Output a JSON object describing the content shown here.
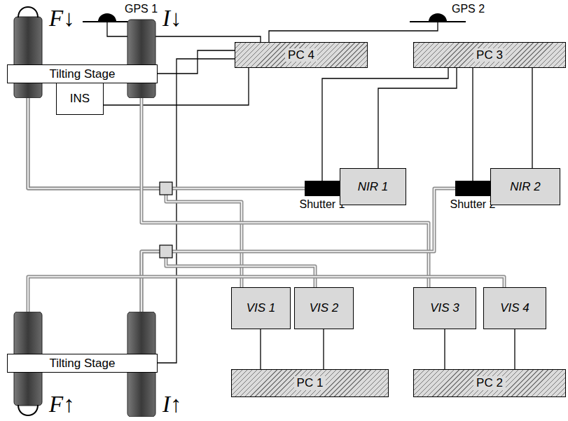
{
  "diagram": {
    "nodes": [
      {
        "text": [
          "GPS 1"
        ]
      },
      {
        "text": [
          "GPS 2"
        ]
      },
      {
        "text": [
          "F↓"
        ]
      },
      {
        "text": [
          "I↓"
        ]
      },
      {
        "text": [
          "Tilting Stage"
        ]
      },
      {
        "text": [
          "PC 4"
        ]
      },
      {
        "text": [
          "PC 3"
        ]
      },
      {
        "text": [
          "INS"
        ]
      },
      {
        "text": [
          "Shutter 1"
        ]
      },
      {
        "text": [
          "NIR 1"
        ]
      },
      {
        "text": [
          "Shutter 2"
        ]
      },
      {
        "text": [
          "NIR 2"
        ]
      },
      {
        "text": [
          "VIS 1"
        ]
      },
      {
        "text": [
          "VIS 2"
        ]
      },
      {
        "text": [
          "VIS 3"
        ]
      },
      {
        "text": [
          "VIS 4"
        ]
      },
      {
        "text": [
          "PC 1"
        ]
      },
      {
        "text": [
          "PC 2"
        ]
      },
      {
        "text": [
          "Tilting Stage"
        ]
      },
      {
        "text": [
          "F↑"
        ]
      },
      {
        "text": [
          "I↑"
        ]
      }
    ],
    "edges": [
      {
        "from": 0,
        "to": 5,
        "arrow": "none"
      },
      {
        "from": 1,
        "to": 5,
        "arrow": "none"
      },
      {
        "from": 5,
        "to": 4,
        "arrow": "none"
      },
      {
        "from": 5,
        "to": 7,
        "arrow": "none"
      },
      {
        "from": 5,
        "to": 18,
        "arrow": "none"
      },
      {
        "from": 6,
        "to": 8,
        "arrow": "none"
      },
      {
        "from": 6,
        "to": 9,
        "arrow": "none"
      },
      {
        "from": 6,
        "to": 10,
        "arrow": "none"
      },
      {
        "from": 6,
        "to": 11,
        "arrow": "none"
      },
      {
        "from": 12,
        "to": 16,
        "arrow": "none"
      },
      {
        "from": 13,
        "to": 16,
        "arrow": "none"
      },
      {
        "from": 14,
        "to": 17,
        "arrow": "none"
      },
      {
        "from": 15,
        "to": 17,
        "arrow": "none"
      },
      {
        "from": 2,
        "to": 8,
        "arrow": "none"
      },
      {
        "from": 2,
        "to": 12,
        "arrow": "none"
      },
      {
        "from": 3,
        "to": 14,
        "arrow": "none"
      },
      {
        "from": 20,
        "to": 10,
        "arrow": "none"
      },
      {
        "from": 20,
        "to": 13,
        "arrow": "none"
      },
      {
        "from": 19,
        "to": 15,
        "arrow": "none"
      }
    ]
  }
}
